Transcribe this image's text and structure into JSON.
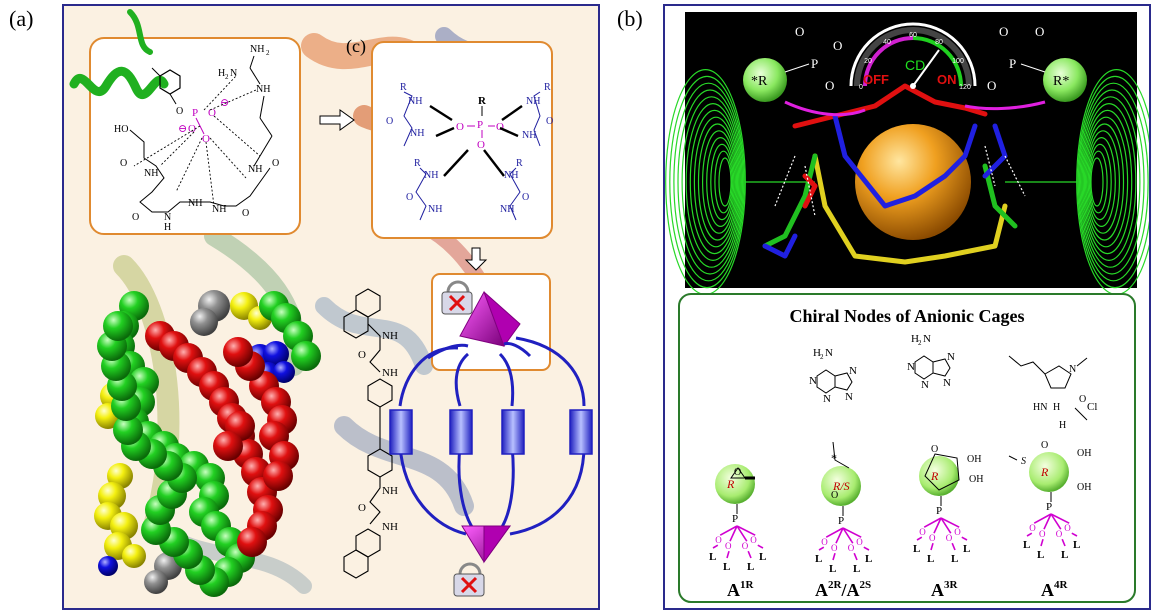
{
  "panel_labels": {
    "a": "(a)",
    "b": "(b)",
    "c": "(c)"
  },
  "inset_a": {
    "atoms": {
      "nh2": "NH",
      "nh2_sub": "2",
      "h2n": "H",
      "h2n_sub": "2",
      "h2n_n": "N",
      "nh_top": "NH",
      "nh_side": "NH",
      "o_phenol": "O",
      "p": "P",
      "o_minus1": "O",
      "o_minus2": "O",
      "o_minus3": "O",
      "ho": "HO",
      "o_left": "O",
      "nh_a": "NH",
      "nh_b": "NH",
      "nh_c": "NH",
      "o_b": "O",
      "nh_d": "NH",
      "o_c": "O",
      "o_d": "O",
      "nh_e": "N",
      "h_e": "H"
    },
    "charge": "⊖"
  },
  "inset_c": {
    "atoms": {
      "r_top": "R",
      "p": "P",
      "o_left": "O",
      "o_right": "O",
      "o_bottom": "O",
      "r1": "R",
      "nh1": "NH",
      "o1": "O",
      "nh1b": "NH",
      "r2": "R",
      "nh2": "NH",
      "o2": "O",
      "nh2b": "NH",
      "r3": "R",
      "nh3": "NH",
      "o3": "O",
      "nh3b": "NH",
      "r4": "R",
      "nh4": "NH",
      "o4": "O",
      "nh4b": "NH"
    }
  },
  "linker": {
    "nh": "NH",
    "o": "O"
  },
  "panel_b": {
    "gauge": {
      "label": "CD",
      "off": "OFF",
      "on": "ON",
      "ticks": [
        "0",
        "20",
        "40",
        "60",
        "80",
        "100",
        "120"
      ]
    },
    "phosphate_left": {
      "r": "*R",
      "p": "P",
      "o": "O"
    },
    "phosphate_right": {
      "r": "R*",
      "p": "P",
      "o": "O"
    },
    "box_title": "Chiral Nodes of Anionic Cages",
    "nodes": [
      {
        "name": "A",
        "sup": "1R",
        "mark": "R"
      },
      {
        "name": "A",
        "sup": "2R",
        "name2": "A",
        "sup2": "2S",
        "sep": "/",
        "mark": "R/S"
      },
      {
        "name": "A",
        "sup": "3R",
        "mark": "R"
      },
      {
        "name": "A",
        "sup": "4R",
        "mark": "R"
      }
    ],
    "atoms": {
      "h2n": "H",
      "h2n_sub": "2",
      "n": "N",
      "o": "O",
      "oh": "OH",
      "p": "P",
      "l": "L",
      "star": "*",
      "s": "S",
      "hn": "HN",
      "h": "H",
      "cl": "Cl"
    }
  }
}
